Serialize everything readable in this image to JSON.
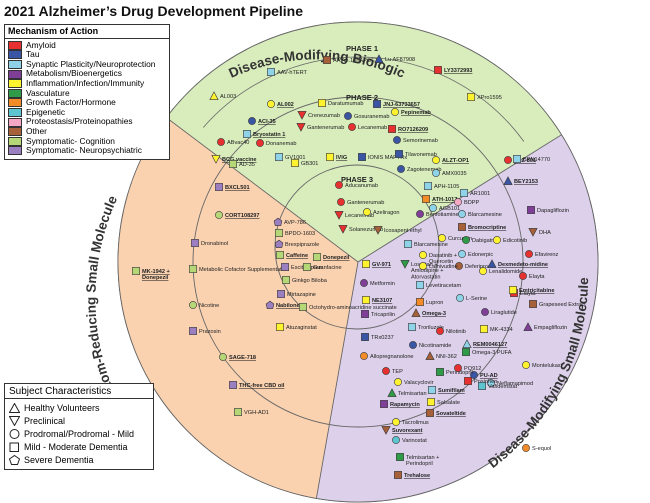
{
  "title": "2021 Alzheimer’s Drug Development Pipeline",
  "moa_legend": {
    "heading": "Mechanism of Action",
    "items": [
      {
        "label": "Amyloid",
        "color": "#e63130"
      },
      {
        "label": "Tau",
        "color": "#3a55a4"
      },
      {
        "label": "Synaptic Plasticity/Neuroprotection",
        "color": "#8fd3e8"
      },
      {
        "label": "Metabolism/Bioenergetics",
        "color": "#7f3f97"
      },
      {
        "label": "Inflammation/Infection/Immunity",
        "color": "#fff22e"
      },
      {
        "label": "Vasculature",
        "color": "#2f9a47"
      },
      {
        "label": "Growth Factor/Hormone",
        "color": "#f28c28"
      },
      {
        "label": "Epigenetic",
        "color": "#5dc5d0"
      },
      {
        "label": "Proteostasis/Proteinopathies",
        "color": "#f4a8c4"
      },
      {
        "label": "Other",
        "color": "#a6603a"
      },
      {
        "label": "Symptomatic- Cognition",
        "color": "#b5d778"
      },
      {
        "label": "Symptomatic- Neuropsychiatric",
        "color": "#9b7fc0"
      }
    ]
  },
  "subject_legend": {
    "heading": "Subject Characteristics",
    "items": [
      {
        "label": "Healthy Volunteers",
        "shape": "triangle"
      },
      {
        "label": "Preclinical",
        "shape": "triangle-down"
      },
      {
        "label": "Prodromal/Prodromal - Mild",
        "shape": "circle"
      },
      {
        "label": "Mild - Moderate Dementia",
        "shape": "square"
      },
      {
        "label": "Severe Dementia",
        "shape": "pentagon"
      }
    ]
  },
  "sector_labels": {
    "biologic": "Disease-Modifying Biologic",
    "small_molecule": "Disease-Modifying Small Molecule",
    "symptom": "Symptom-Reducing Small Molecule"
  },
  "phases": {
    "p1": "PHASE 1",
    "p2": "PHASE 2",
    "p3": "PHASE 3"
  },
  "colors": {
    "biologic_fill": "#d8ecbc",
    "small_molecule_fill": "#dcd0ea",
    "symptom_fill": "#fad2b0",
    "outer_fill": "#f7f7f7"
  },
  "drugs": [
    {
      "label": "AAVrh.10hAPOE2",
      "moa": "Other",
      "shape": "square",
      "ul": false
    },
    {
      "label": "Lu AF87908",
      "moa": "Tau",
      "shape": "triangle",
      "ul": false
    },
    {
      "label": "LY3372993",
      "moa": "Amyloid",
      "shape": "square",
      "ul": true
    },
    {
      "label": "AAV-hTERT",
      "moa": "Synaptic Plasticity/Neuroprotection",
      "shape": "square",
      "ul": false
    },
    {
      "label": "AL003",
      "moa": "Inflammation/Infection/Immunity",
      "shape": "triangle",
      "ul": false
    },
    {
      "label": "XPro1595",
      "moa": "Inflammation/Infection/Immunity",
      "shape": "square",
      "ul": false
    },
    {
      "label": "AL002",
      "moa": "Inflammation/Infection/Immunity",
      "shape": "circle",
      "ul": true
    },
    {
      "label": "Daratumumab",
      "moa": "Inflammation/Infection/Immunity",
      "shape": "square",
      "ul": false
    },
    {
      "label": "JNJ-63733657",
      "moa": "Tau",
      "shape": "square",
      "ul": true
    },
    {
      "label": "ACI-35",
      "moa": "Tau",
      "shape": "circle",
      "ul": true
    },
    {
      "label": "Crenezumab",
      "moa": "Amyloid",
      "shape": "triangle-down",
      "ul": false
    },
    {
      "label": "Gosuranemab",
      "moa": "Tau",
      "shape": "circle",
      "ul": false
    },
    {
      "label": "Bryostatin 1",
      "moa": "Synaptic Plasticity/Neuroprotection",
      "shape": "square",
      "ul": true
    },
    {
      "label": "Gantenerumab",
      "moa": "Amyloid",
      "shape": "triangle-down",
      "ul": false
    },
    {
      "label": "Lecanemab",
      "moa": "Amyloid",
      "shape": "circle",
      "ul": false
    },
    {
      "label": "RO7126209",
      "moa": "Amyloid",
      "shape": "square",
      "ul": true
    },
    {
      "label": "ABvac40",
      "moa": "Amyloid",
      "shape": "circle",
      "ul": false
    },
    {
      "label": "Donanemab",
      "moa": "Amyloid",
      "shape": "circle",
      "ul": false
    },
    {
      "label": "Pepinemab",
      "moa": "Inflammation/Infection/Immunity",
      "shape": "circle",
      "ul": true
    },
    {
      "label": "Semorinemab",
      "moa": "Tau",
      "shape": "circle",
      "ul": false
    },
    {
      "label": "GV1001",
      "moa": "Synaptic Plasticity/Neuroprotection",
      "shape": "square",
      "ul": false
    },
    {
      "label": "IVIG",
      "moa": "Inflammation/Infection/Immunity",
      "shape": "square",
      "ul": true
    },
    {
      "label": "IONIS MAPTRx",
      "moa": "Tau",
      "shape": "square",
      "ul": false
    },
    {
      "label": "Tilavonemab",
      "moa": "Tau",
      "shape": "square",
      "ul": false
    },
    {
      "label": "BCG vaccine",
      "moa": "Inflammation/Infection/Immunity",
      "shape": "triangle-down",
      "ul": true
    },
    {
      "label": "GB301",
      "moa": "Inflammation/Infection/Immunity",
      "shape": "square",
      "ul": false
    },
    {
      "label": "Zagotenemab",
      "moa": "Tau",
      "shape": "circle",
      "ul": false
    },
    {
      "label": "Aducanumab",
      "moa": "Amyloid",
      "shape": "circle",
      "ul": false
    },
    {
      "label": "Gantenerumab",
      "moa": "Amyloid",
      "shape": "circle",
      "ul": false
    },
    {
      "label": "Lecanemab",
      "moa": "Amyloid",
      "shape": "triangle-down",
      "ul": false
    },
    {
      "label": "Solanezumab",
      "moa": "Amyloid",
      "shape": "triangle-down",
      "ul": false
    },
    {
      "label": "AD-35",
      "moa": "Symptomatic- Cognition",
      "shape": "square",
      "ul": false
    },
    {
      "label": "BXCL501",
      "moa": "Symptomatic- Neuropsychiatric",
      "shape": "square",
      "ul": true
    },
    {
      "label": "CORT108297",
      "moa": "Symptomatic- Cognition",
      "shape": "circle",
      "ul": true
    },
    {
      "label": "Dronabinol",
      "moa": "Symptomatic- Neuropsychiatric",
      "shape": "square",
      "ul": false
    },
    {
      "label": "Metabolic Cofactor Supplementation",
      "moa": "Symptomatic- Cognition",
      "shape": "square",
      "ul": false
    },
    {
      "label": "MK-1942 + Donepezil",
      "moa": "Symptomatic- Cognition",
      "shape": "square",
      "ul": true
    },
    {
      "label": "Nicotine",
      "moa": "Symptomatic- Cognition",
      "shape": "circle",
      "ul": false
    },
    {
      "label": "Prazosin",
      "moa": "Symptomatic- Neuropsychiatric",
      "shape": "square",
      "ul": false
    },
    {
      "label": "SAGE-718",
      "moa": "Symptomatic- Cognition",
      "shape": "circle",
      "ul": true
    },
    {
      "label": "THC-free CBD oil",
      "moa": "Symptomatic- Neuropsychiatric",
      "shape": "square",
      "ul": true
    },
    {
      "label": "VGH-AD1",
      "moa": "Symptomatic- Cognition",
      "shape": "square",
      "ul": false
    },
    {
      "label": "AVP-786",
      "moa": "Symptomatic- Neuropsychiatric",
      "shape": "pentagon",
      "ul": false
    },
    {
      "label": "BPDO-1603",
      "moa": "Symptomatic- Cognition",
      "shape": "square",
      "ul": false
    },
    {
      "label": "Brexpiprazole",
      "moa": "Symptomatic- Neuropsychiatric",
      "shape": "pentagon",
      "ul": false
    },
    {
      "label": "Caffeine",
      "moa": "Symptomatic- Cognition",
      "shape": "square",
      "ul": true
    },
    {
      "label": "Donepezil",
      "moa": "Symptomatic- Cognition",
      "shape": "square",
      "ul": true
    },
    {
      "label": "Escitalopram",
      "moa": "Symptomatic- Neuropsychiatric",
      "shape": "square",
      "ul": false
    },
    {
      "label": "Guanfacine",
      "moa": "Symptomatic- Cognition",
      "shape": "square",
      "ul": false
    },
    {
      "label": "Ginkgo Biloba",
      "moa": "Symptomatic- Cognition",
      "shape": "square",
      "ul": false
    },
    {
      "label": "Mirtazapine",
      "moa": "Symptomatic- Neuropsychiatric",
      "shape": "square",
      "ul": false
    },
    {
      "label": "Nabilone",
      "moa": "Symptomatic- Neuropsychiatric",
      "shape": "pentagon",
      "ul": true
    },
    {
      "label": "Octohydro-aminoacridine succinate",
      "moa": "Symptomatic- Cognition",
      "shape": "square",
      "ul": false
    },
    {
      "label": "Atuzaginstat",
      "moa": "Inflammation/Infection/Immunity",
      "shape": "square",
      "ul": false
    },
    {
      "label": "AGB101",
      "moa": "Synaptic Plasticity/Neuroprotection",
      "shape": "circle",
      "ul": false
    },
    {
      "label": "Azeliragon",
      "moa": "Inflammation/Infection/Immunity",
      "shape": "circle",
      "ul": false
    },
    {
      "label": "Blarcamesine",
      "moa": "Synaptic Plasticity/Neuroprotection",
      "shape": "square",
      "ul": false
    },
    {
      "label": "Icosapent ethyl",
      "moa": "Other",
      "shape": "triangle-down",
      "ul": false
    },
    {
      "label": "GV-971",
      "moa": "Inflammation/Infection/Immunity",
      "shape": "square",
      "ul": true
    },
    {
      "label": "Losartan + Amlodipine + Atorvastatin",
      "moa": "Vasculature",
      "shape": "triangle-down",
      "ul": false
    },
    {
      "label": "Metformin",
      "moa": "Metabolism/Bioenergetics",
      "shape": "circle",
      "ul": false
    },
    {
      "label": "NE3107",
      "moa": "Inflammation/Infection/Immunity",
      "shape": "square",
      "ul": true
    },
    {
      "label": "Omega-3",
      "moa": "Other",
      "shape": "triangle",
      "ul": true
    },
    {
      "label": "Tricaprilin",
      "moa": "Metabolism/Bioenergetics",
      "shape": "square",
      "ul": false
    },
    {
      "label": "Troriluzole",
      "moa": "Synaptic Plasticity/Neuroprotection",
      "shape": "square",
      "ul": false
    },
    {
      "label": "TRx0237",
      "moa": "Tau",
      "shape": "square",
      "ul": false
    },
    {
      "label": "Allopregnanolone",
      "moa": "Growth Factor/Hormone",
      "shape": "circle",
      "ul": false
    },
    {
      "label": "ALZ-801",
      "moa": "Amyloid",
      "shape": "circle",
      "ul": true
    },
    {
      "label": "ALZT-OP1",
      "moa": "Inflammation/Infection/Immunity",
      "shape": "circle",
      "ul": true
    },
    {
      "label": "AMX0035",
      "moa": "Synaptic Plasticity/Neuroprotection",
      "shape": "circle",
      "ul": false
    },
    {
      "label": "APH-1105",
      "moa": "Synaptic Plasticity/Neuroprotection",
      "shape": "square",
      "ul": false
    },
    {
      "label": "ATH-1017",
      "moa": "Growth Factor/Hormone",
      "shape": "square",
      "ul": true
    },
    {
      "label": "AR1001",
      "moa": "Synaptic Plasticity/Neuroprotection",
      "shape": "square",
      "ul": false
    },
    {
      "label": "Benfotiamine",
      "moa": "Metabolism/Bioenergetics",
      "shape": "circle",
      "ul": false
    },
    {
      "label": "Blarcamesine",
      "moa": "Synaptic Plasticity/Neuroprotection",
      "shape": "circle",
      "ul": false
    },
    {
      "label": "BDPP",
      "moa": "Proteostasis/Proteinopathies",
      "shape": "circle",
      "ul": false
    },
    {
      "label": "BEY2153",
      "moa": "Tau",
      "shape": "triangle",
      "ul": true
    },
    {
      "label": "BPN14770",
      "moa": "Synaptic Plasticity/Neuroprotection",
      "shape": "square",
      "ul": false
    },
    {
      "label": "Bromocriptine",
      "moa": "Other",
      "shape": "square",
      "ul": true
    },
    {
      "label": "Curcumin",
      "moa": "Inflammation/Infection/Immunity",
      "shape": "circle",
      "ul": false
    },
    {
      "label": "Dabigatran",
      "moa": "Vasculature",
      "shape": "circle",
      "ul": false
    },
    {
      "label": "Dapagliflozin",
      "moa": "Metabolism/Bioenergetics",
      "shape": "square",
      "ul": false
    },
    {
      "label": "Dasatinib + Quercetin",
      "moa": "Inflammation/Infection/Immunity",
      "shape": "circle",
      "ul": false
    },
    {
      "label": "Deferiprone",
      "moa": "Other",
      "shape": "circle",
      "ul": false
    },
    {
      "label": "Dexmedeto-midine",
      "moa": "Tau",
      "shape": "triangle",
      "ul": true
    },
    {
      "label": "DHA",
      "moa": "Other",
      "shape": "triangle-down",
      "ul": false
    },
    {
      "label": "Edicotinib",
      "moa": "Inflammation/Infection/Immunity",
      "shape": "circle",
      "ul": false
    },
    {
      "label": "Edonerpic",
      "moa": "Synaptic Plasticity/Neuroprotection",
      "shape": "circle",
      "ul": false
    },
    {
      "label": "Efavirenz",
      "moa": "Amyloid",
      "shape": "circle",
      "ul": false
    },
    {
      "label": "Elayta",
      "moa": "Amyloid",
      "shape": "circle",
      "ul": false
    },
    {
      "label": "Elayta",
      "moa": "Amyloid",
      "shape": "square",
      "ul": false
    },
    {
      "label": "Emtricitabine",
      "moa": "Inflammation/Infection/Immunity",
      "shape": "square",
      "ul": true
    },
    {
      "label": "Empagliflozin",
      "moa": "Metabolism/Bioenergetics",
      "shape": "triangle",
      "ul": false
    },
    {
      "label": "Grapeseed Extract",
      "moa": "Other",
      "shape": "square",
      "ul": false
    },
    {
      "label": "Lamivudine",
      "moa": "Inflammation/Infection/Immunity",
      "shape": "circle",
      "ul": false
    },
    {
      "label": "Lenalidomide",
      "moa": "Inflammation/Infection/Immunity",
      "shape": "circle",
      "ul": false
    },
    {
      "label": "Levetiracetam",
      "moa": "Synaptic Plasticity/Neuroprotection",
      "shape": "square",
      "ul": false
    },
    {
      "label": "L-Serine",
      "moa": "Synaptic Plasticity/Neuroprotection",
      "shape": "circle",
      "ul": false
    },
    {
      "label": "Liraglutide",
      "moa": "Metabolism/Bioenergetics",
      "shape": "circle",
      "ul": false
    },
    {
      "label": "Lupron",
      "moa": "Growth Factor/Hormone",
      "shape": "square",
      "ul": false
    },
    {
      "label": "MK-4334",
      "moa": "Inflammation/Infection/Immunity",
      "shape": "square",
      "ul": false
    },
    {
      "label": "Montelukast",
      "moa": "Inflammation/Infection/Immunity",
      "shape": "circle",
      "ul": false
    },
    {
      "label": "Nicotinamide",
      "moa": "Tau",
      "shape": "circle",
      "ul": false
    },
    {
      "label": "Nilotinib",
      "moa": "Amyloid",
      "shape": "circle",
      "ul": false
    },
    {
      "label": "NNI-362",
      "moa": "Other",
      "shape": "triangle",
      "ul": false
    },
    {
      "label": "Neflamapimod",
      "moa": "Synaptic Plasticity/Neuroprotection",
      "shape": "circle",
      "ul": false
    },
    {
      "label": "Omega-3 PUFA",
      "moa": "Vasculature",
      "shape": "square",
      "ul": false
    },
    {
      "label": "PU-AD",
      "moa": "Tau",
      "shape": "circle",
      "ul": true
    },
    {
      "label": "Perindopril",
      "moa": "Vasculature",
      "shape": "square",
      "ul": false
    },
    {
      "label": "Posiphen",
      "moa": "Amyloid",
      "shape": "square",
      "ul": false
    },
    {
      "label": "PQ912",
      "moa": "Amyloid",
      "shape": "circle",
      "ul": false
    },
    {
      "label": "Rapamycin",
      "moa": "Metabolism/Bioenergetics",
      "shape": "square",
      "ul": true
    },
    {
      "label": "REM0046127",
      "moa": "Synaptic Plasticity/Neuroprotection",
      "shape": "triangle",
      "ul": true
    },
    {
      "label": "Salsalate",
      "moa": "Inflammation/Infection/Immunity",
      "shape": "square",
      "ul": false
    },
    {
      "label": "S-equol",
      "moa": "Growth Factor/Hormone",
      "shape": "circle",
      "ul": false
    },
    {
      "label": "Sovateltide",
      "moa": "Other",
      "shape": "square",
      "ul": true
    },
    {
      "label": "Sumifilam",
      "moa": "Synaptic Plasticity/Neuroprotection",
      "shape": "square",
      "ul": true
    },
    {
      "label": "Suvorexant",
      "moa": "Other",
      "shape": "triangle-down",
      "ul": true
    },
    {
      "label": "Tacrolimus",
      "moa": "Inflammation/Infection/Immunity",
      "shape": "circle",
      "ul": false
    },
    {
      "label": "Telmisartan + Perindopril",
      "moa": "Vasculature",
      "shape": "square",
      "ul": false
    },
    {
      "label": "Telmisartan",
      "moa": "Vasculature",
      "shape": "triangle",
      "ul": false
    },
    {
      "label": "TEP",
      "moa": "Amyloid",
      "shape": "circle",
      "ul": false
    },
    {
      "label": "Trehalose",
      "moa": "Other",
      "shape": "square",
      "ul": true
    },
    {
      "label": "Valacyclovir",
      "moa": "Inflammation/Infection/Immunity",
      "shape": "circle",
      "ul": false
    },
    {
      "label": "Vafidemstat",
      "moa": "Epigenetic",
      "shape": "square",
      "ul": false
    },
    {
      "label": "Varinostat",
      "moa": "Epigenetic",
      "shape": "circle",
      "ul": false
    }
  ]
}
